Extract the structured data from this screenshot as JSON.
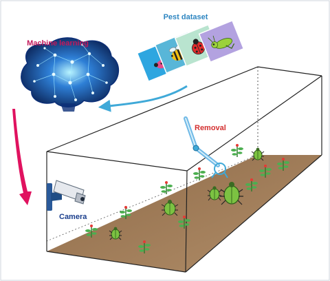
{
  "labels": {
    "pest_dataset": "Pest dataset",
    "machine_learning": "Machine learning",
    "removal": "Removal",
    "camera": "Camera"
  },
  "colors": {
    "pest_dataset": "#2e86c1",
    "machine_learning": "#c2185b",
    "removal": "#d32f2f",
    "camera": "#1a3e8c",
    "soil": "#a4825f",
    "arrow_blue": "#3fa9d8",
    "arrow_pink": "#e0125f",
    "box_line": "#222222"
  },
  "icons": {
    "brain": "glowing-brain-icon",
    "cards": [
      "ladybug-icon",
      "bee-icon",
      "ladybug-icon",
      "grasshopper-icon"
    ],
    "camera": "security-camera-icon",
    "arm": "robot-arm-icon",
    "plant": "seedling-icon",
    "pest": "green-beetle-icon"
  }
}
